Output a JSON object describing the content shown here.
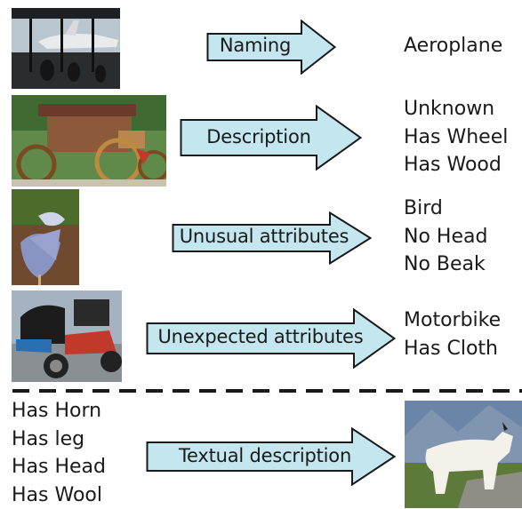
{
  "rows": [
    {
      "arrow_label": "Naming",
      "outputs": [
        "Aeroplane"
      ]
    },
    {
      "arrow_label": "Description",
      "outputs": [
        "Unknown",
        "Has Wheel",
        "Has Wood"
      ]
    },
    {
      "arrow_label": "Unusual attributes",
      "outputs": [
        "Bird",
        "No Head",
        "No Beak"
      ]
    },
    {
      "arrow_label": "Unexpected attributes",
      "outputs": [
        "Motorbike",
        "Has Cloth"
      ]
    }
  ],
  "bottom": {
    "inputs": [
      "Has Horn",
      "Has leg",
      "Has Head",
      "Has Wool"
    ],
    "arrow_label": "Textual description"
  },
  "colors": {
    "arrow_fill": "#c4e6ef",
    "arrow_stroke": "#1a1a1a"
  }
}
